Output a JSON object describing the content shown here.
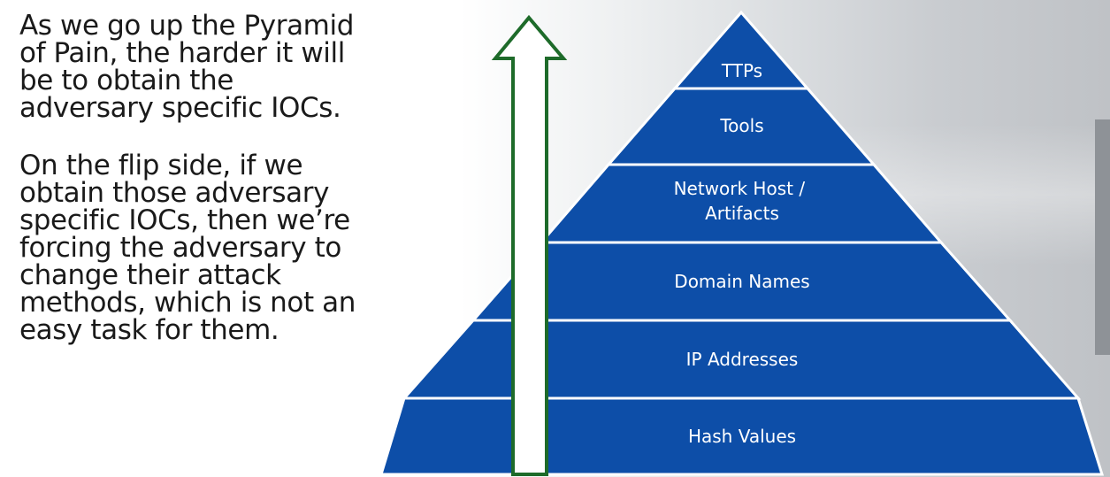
{
  "text": {
    "paragraph_1": "As we go up the Pyramid\nof Pain, the harder it will\nbe to obtain the\nadversary specific IOCs.",
    "paragraph_2": "On the flip side, if we\nobtain those adversary\nspecific IOCs, then we’re\nforcing the adversary to\nchange their attack\nmethods, which is not an\neasy task for them."
  },
  "pyramid": {
    "tiers": [
      {
        "label_lines": [
          "TTPs"
        ]
      },
      {
        "label_lines": [
          "Tools"
        ]
      },
      {
        "label_lines": [
          "Network Host /",
          "Artifacts"
        ]
      },
      {
        "label_lines": [
          "Domain Names"
        ]
      },
      {
        "label_lines": [
          "IP Addresses"
        ]
      },
      {
        "label_lines": [
          "Hash Values"
        ]
      }
    ]
  },
  "colors": {
    "pyramid_fill": "#0d4ea8",
    "pyramid_border": "#ffffff",
    "arrow_fill": "#ffffff",
    "arrow_stroke": "#1e6b2a",
    "body_text": "#1a1a1a"
  }
}
